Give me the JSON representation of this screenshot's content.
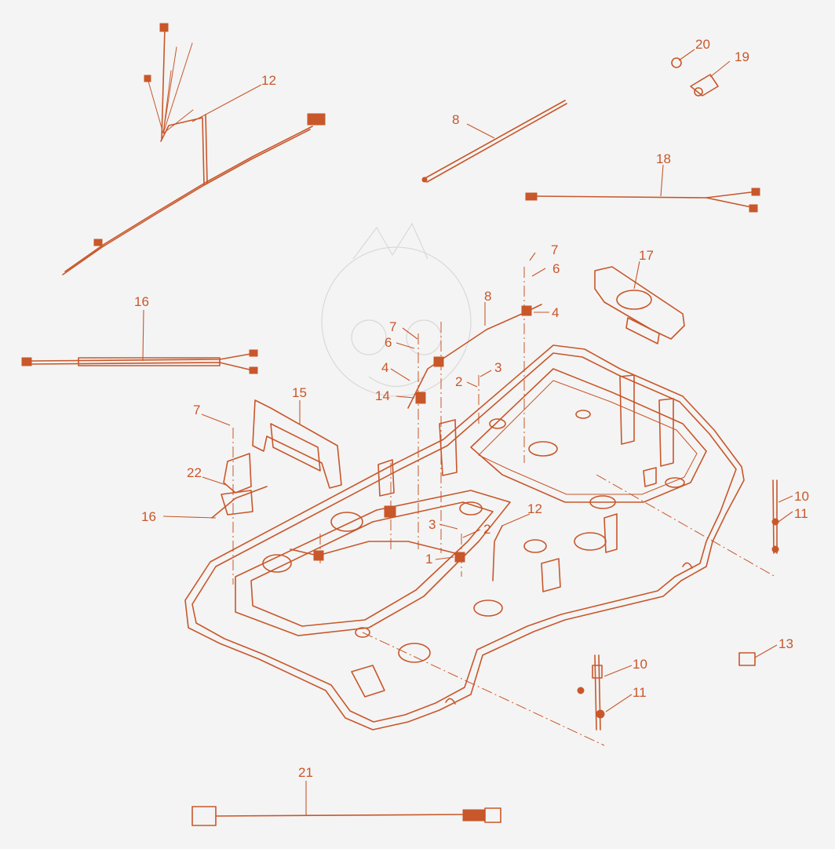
{
  "diagram": {
    "colors": {
      "line": "#c8572a",
      "background": "#f4f4f4"
    },
    "callouts": [
      {
        "id": "c12a",
        "label": "12"
      },
      {
        "id": "c20",
        "label": "20"
      },
      {
        "id": "c19",
        "label": "19"
      },
      {
        "id": "c8a",
        "label": "8"
      },
      {
        "id": "c18",
        "label": "18"
      },
      {
        "id": "c7a",
        "label": "7"
      },
      {
        "id": "c6a",
        "label": "6"
      },
      {
        "id": "c17",
        "label": "17"
      },
      {
        "id": "c8b",
        "label": "8"
      },
      {
        "id": "c4a",
        "label": "4"
      },
      {
        "id": "c16a",
        "label": "16"
      },
      {
        "id": "c7b",
        "label": "7"
      },
      {
        "id": "c6b",
        "label": "6"
      },
      {
        "id": "c4b",
        "label": "4"
      },
      {
        "id": "c3a",
        "label": "3"
      },
      {
        "id": "c2a",
        "label": "2"
      },
      {
        "id": "c14",
        "label": "14"
      },
      {
        "id": "c15",
        "label": "15"
      },
      {
        "id": "c7c",
        "label": "7"
      },
      {
        "id": "c22",
        "label": "22"
      },
      {
        "id": "c16b",
        "label": "16"
      },
      {
        "id": "c12b",
        "label": "12"
      },
      {
        "id": "c3b",
        "label": "3"
      },
      {
        "id": "c2b",
        "label": "2"
      },
      {
        "id": "c1",
        "label": "1"
      },
      {
        "id": "c10a",
        "label": "10"
      },
      {
        "id": "c11a",
        "label": "11"
      },
      {
        "id": "c13",
        "label": "13"
      },
      {
        "id": "c10b",
        "label": "10"
      },
      {
        "id": "c11b",
        "label": "11"
      },
      {
        "id": "c21",
        "label": "21"
      }
    ]
  }
}
